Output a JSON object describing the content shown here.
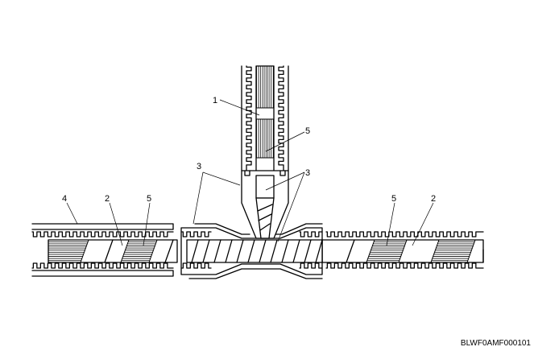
{
  "diagram": {
    "labels": {
      "l1": "1",
      "l2a": "2",
      "l2b": "2",
      "l3a": "3",
      "l3b": "3",
      "l4": "4",
      "l5a": "5",
      "l5b": "5",
      "l5c": "5"
    },
    "figure_code": "BLWF0AMF000101"
  }
}
